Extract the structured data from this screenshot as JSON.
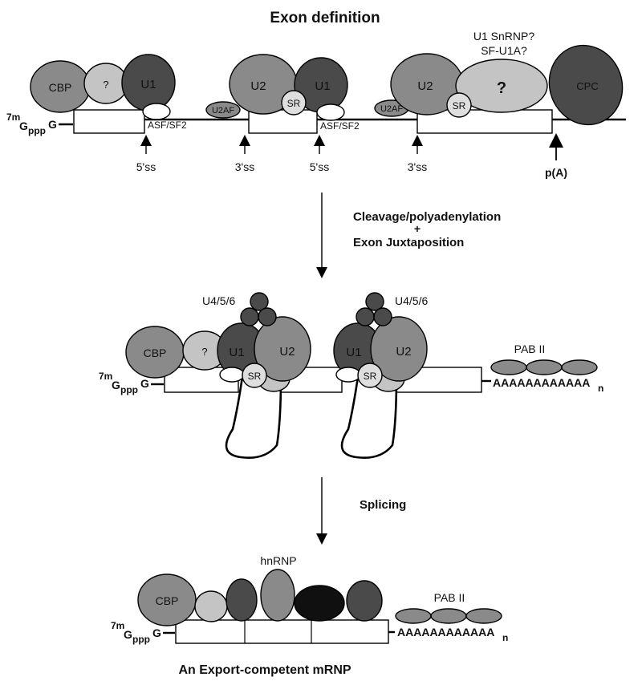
{
  "colors": {
    "dark": "#4a4a4a",
    "mid": "#8a8a8a",
    "light": "#c4c4c4",
    "lighter": "#dedede",
    "black": "#101010"
  },
  "titles": {
    "top": "Exon definition",
    "bottom": "An Export-competent mRNP"
  },
  "steps": {
    "step1_line1": "Cleavage/polyadenylation",
    "step1_plus": "+",
    "step1_line2": "Exon Juxtaposition",
    "step2": "Splicing"
  },
  "cap": {
    "sup": "7m",
    "base": "G",
    "sub": "ppp",
    "tail": "G"
  },
  "panel1": {
    "cbp": "CBP",
    "q1": "?",
    "u1a": "U1",
    "u2a": "U2",
    "u1b": "U1",
    "sr1": "SR",
    "u2af1": "U2AF",
    "u2b": "U2",
    "sr2": "SR",
    "u2af2": "U2AF",
    "q2": "?",
    "cpc": "CPC",
    "q_note1": "U1 SnRNP?",
    "q_note2": "SF-U1A?",
    "asf1": "ASF/SF2",
    "asf2": "ASF/SF2",
    "ss1": "5'ss",
    "ss2": "3'ss",
    "ss3": "5'ss",
    "ss4": "3'ss",
    "pa": "p(A)"
  },
  "panel2": {
    "cbp": "CBP",
    "q": "?",
    "u1a": "U1",
    "u2a": "U2",
    "u1b": "U1",
    "u2b": "U2",
    "sr1": "SR",
    "sr2": "SR",
    "u456a": "U4/5/6",
    "u456b": "U4/5/6",
    "pab": "PAB II",
    "polya": "AAAAAAAAAAAA",
    "polya_sub": "n"
  },
  "panel3": {
    "cbp": "CBP",
    "hnrnp": "hnRNP",
    "pab": "PAB II",
    "polya": "AAAAAAAAAAAA",
    "polya_sub": "n"
  }
}
